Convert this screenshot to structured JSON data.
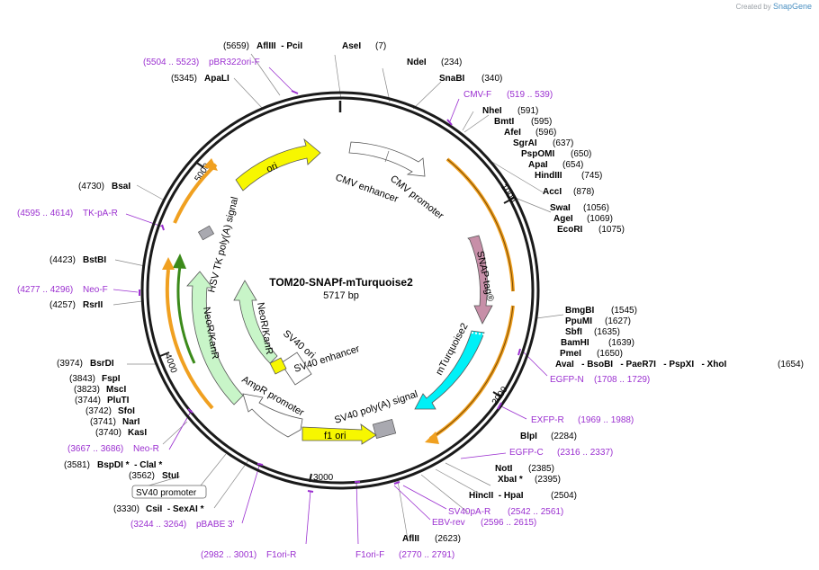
{
  "credit": {
    "prefix": "Created by",
    "brand": "SnapGene"
  },
  "plasmid": {
    "name": "TOM20-SNAPf-mTurquoise2",
    "size": "5717 bp"
  },
  "ticks": {
    "t1000": "1000",
    "t2000": "2000",
    "t3000": "3000",
    "t4000": "4000",
    "t5000": "5000"
  },
  "colors": {
    "feature_ori": "#f7f700",
    "feature_snap": "#c78fa8",
    "feature_mturq": "#00f0f7",
    "feature_neo": "#c8f5c8",
    "feature_orange_arc": "#f0a020",
    "primer": "#9b30d0",
    "backbone": "#1a1a1a"
  },
  "features": {
    "cmv_enhancer": "CMV enhancer",
    "cmv_promoter": "CMV promoter",
    "snap_tag": "SNAP-tag®",
    "mturquoise2": "mTurquoise2",
    "sv40_polya": "SV40 poly(A) signal",
    "f1_ori": "f1 ori",
    "ampr_promoter": "AmpR promoter",
    "sv40_enhancer": "SV40 enhancer",
    "sv40_ori": "SV40 ori",
    "neokanr_inner": "NeoR/KanR",
    "neokanr_outer": "NeoR/KanR",
    "hsv_tk": "HSV TK poly(A) signal",
    "ori": "ori",
    "sv40_promoter_box": "SV40 promoter"
  },
  "labels": {
    "aflIII_pciI": {
      "pos": "(5659)",
      "name": "AflIII  - PciI"
    },
    "aseI": {
      "name": "AseI",
      "pos": "(7)"
    },
    "ndeI": {
      "name": "NdeI",
      "pos": "(234)"
    },
    "snaBI": {
      "name": "SnaBI",
      "pos": "(340)"
    },
    "cmvF": {
      "name": "CMV-F",
      "pos": "(519 .. 539)"
    },
    "nheI": {
      "name": "NheI",
      "pos": "(591)"
    },
    "bmtI": {
      "name": "BmtI",
      "pos": "(595)"
    },
    "afeI": {
      "name": "AfeI",
      "pos": "(596)"
    },
    "sgrAI": {
      "name": "SgrAI",
      "pos": "(637)"
    },
    "pspOMI": {
      "name": "PspOMI",
      "pos": "(650)"
    },
    "apaI": {
      "name": "ApaI",
      "pos": "(654)"
    },
    "hindIII": {
      "name": "HindIII",
      "pos": "(745)"
    },
    "accI": {
      "name": "AccI",
      "pos": "(878)"
    },
    "swaI": {
      "name": "SwaI",
      "pos": "(1056)"
    },
    "ageI": {
      "name": "AgeI",
      "pos": "(1069)"
    },
    "ecoRI": {
      "name": "EcoRI",
      "pos": "(1075)"
    },
    "bmgBI": {
      "name": "BmgBI",
      "pos": "(1545)"
    },
    "ppuMI": {
      "name": "PpuMI",
      "pos": "(1627)"
    },
    "sbfI": {
      "name": "SbfI",
      "pos": "(1635)"
    },
    "bamHI": {
      "name": "BamHI",
      "pos": "(1639)"
    },
    "pmeI": {
      "name": "PmeI",
      "pos": "(1650)"
    },
    "avaI_group": {
      "name": "AvaI   - BsoBI   - PaeR7I   - PspXI   - XhoI",
      "pos": "(1654)"
    },
    "egfpN": {
      "name": "EGFP-N",
      "pos": "(1708 .. 1729)"
    },
    "exfpR": {
      "name": "EXFP-R",
      "pos": "(1969 .. 1988)"
    },
    "blpI": {
      "name": "BlpI",
      "pos": "(2284)"
    },
    "egfpC": {
      "name": "EGFP-C",
      "pos": "(2316 .. 2337)"
    },
    "notI": {
      "name": "NotI",
      "pos": "(2385)"
    },
    "xbaI": {
      "name": "XbaI *",
      "pos": "(2395)"
    },
    "hincII_hpaI": {
      "name": "HincII  - HpaI",
      "pos": "(2504)"
    },
    "sv40paR": {
      "name": "SV40pA-R",
      "pos": "(2542 .. 2561)"
    },
    "ebvRev": {
      "name": "EBV-rev",
      "pos": "(2596 .. 2615)"
    },
    "aflII": {
      "name": "AflII",
      "pos": "(2623)"
    },
    "f1oriF": {
      "name": "F1ori-F",
      "pos": "(2770 .. 2791)"
    },
    "f1oriR": {
      "name": "F1ori-R",
      "pos": "(2982 .. 3001)"
    },
    "pbabe3": {
      "name": "pBABE 3'",
      "pos": "(3244 .. 3264)"
    },
    "csiI_sexAI": {
      "pos": "(3330)",
      "name": "CsiI  - SexAI *"
    },
    "stuI": {
      "pos": "(3562)",
      "name": "StuI"
    },
    "bspDI_claI": {
      "pos": "(3581)",
      "name": "BspDI *  - ClaI *"
    },
    "neoR": {
      "pos": "(3667 .. 3686)",
      "name": "Neo-R"
    },
    "kasI": {
      "pos": "(3740)",
      "name": "KasI"
    },
    "narI": {
      "pos": "(3741)",
      "name": "NarI"
    },
    "sfoI": {
      "pos": "(3742)",
      "name": "SfoI"
    },
    "pluTI": {
      "pos": "(3744)",
      "name": "PluTI"
    },
    "mscI": {
      "pos": "(3823)",
      "name": "MscI"
    },
    "fspI": {
      "pos": "(3843)",
      "name": "FspI"
    },
    "bsrDI": {
      "pos": "(3974)",
      "name": "BsrDI"
    },
    "rsrII": {
      "pos": "(4257)",
      "name": "RsrII"
    },
    "neoF": {
      "pos": "(4277 .. 4296)",
      "name": "Neo-F"
    },
    "bstBI": {
      "pos": "(4423)",
      "name": "BstBI"
    },
    "tkpaR": {
      "pos": "(4595 .. 4614)",
      "name": "TK-pA-R"
    },
    "bsaI": {
      "pos": "(4730)",
      "name": "BsaI"
    },
    "apaLI": {
      "pos": "(5345)",
      "name": "ApaLI"
    },
    "pbr322": {
      "pos": "(5504 .. 5523)",
      "name": "pBR322ori-F"
    }
  }
}
